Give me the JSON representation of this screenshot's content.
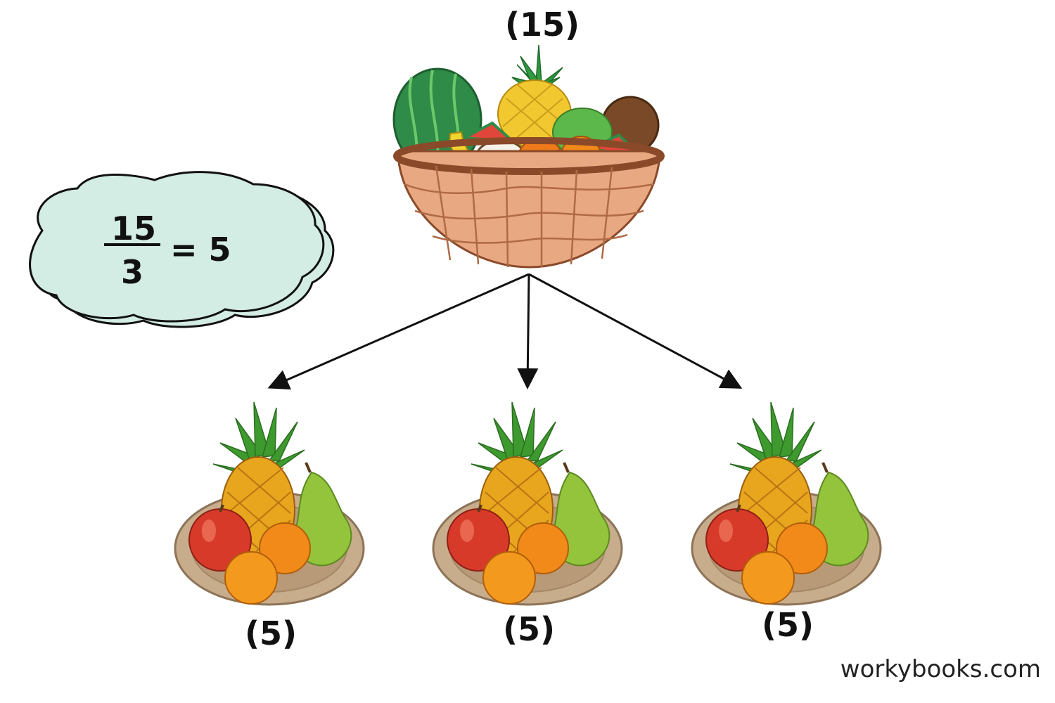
{
  "diagram": {
    "total_label": "(15)",
    "equation": {
      "numerator": "15",
      "denominator": "3",
      "result": "= 5"
    },
    "plates": [
      {
        "label": "(5)"
      },
      {
        "label": "(5)"
      },
      {
        "label": "(5)"
      }
    ],
    "watermark": "workybooks.com"
  },
  "colors": {
    "cloud_fill": "#d3ece4",
    "cloud_stroke": "#111111",
    "basket": "#e8a882",
    "basket_rim": "#8a4a2a",
    "watermelon": "#2e8b48",
    "pineapple": "#f2c830",
    "leaf": "#2f9a40",
    "orange": "#f28a1a",
    "apple": "#d83a2a",
    "pear": "#8cc43a",
    "plate": "#c8ad8c",
    "arrow": "#111111"
  },
  "icons": [
    "fruit-basket-icon",
    "fruit-plate-icon",
    "thought-cloud-icon",
    "arrow-icon"
  ]
}
